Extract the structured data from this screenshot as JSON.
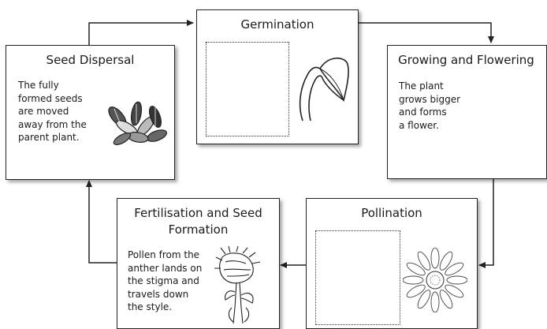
{
  "stages": {
    "germination": {
      "title": "Germination",
      "icon": "seedling-icon"
    },
    "growing": {
      "title": "Growing and Flowering",
      "description": "The plant\ngrows bigger\nand forms\na flower."
    },
    "pollination": {
      "title": "Pollination",
      "icon": "daisy-flower-icon"
    },
    "fertilisation": {
      "title": "Fertilisation and Seed\nFormation",
      "description": "Pollen from the\nanther lands on\nthe stigma and\ntravels down\nthe style.",
      "icon": "wilting-sunflower-icon"
    },
    "dispersal": {
      "title": "Seed Dispersal",
      "description": "The fully\nformed seeds\nare moved\naway from the\nparent plant.",
      "icon": "sunflower-seeds-icon"
    }
  }
}
